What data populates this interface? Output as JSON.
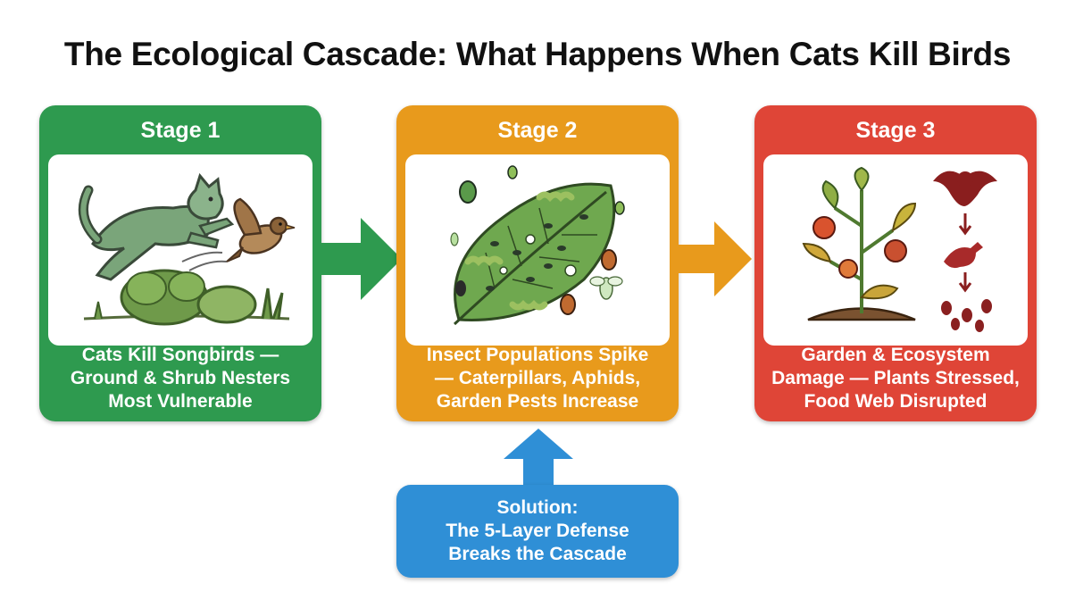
{
  "title": "The Ecological Cascade: What Happens When Cats Kill Birds",
  "colors": {
    "stage1": "#2e9a4f",
    "stage2": "#e89a1c",
    "stage3": "#df4537",
    "solution": "#2f8fd6"
  },
  "stages": [
    {
      "label": "Stage 1",
      "caption": "Cats Kill Songbirds —\nGround & Shrub Nesters\nMost Vulnerable",
      "illustration": "cat-chasing-bird"
    },
    {
      "label": "Stage 2",
      "caption": "Insect Populations Spike\n— Caterpillars, Aphids,\nGarden Pests Increase",
      "illustration": "leaf-with-insects"
    },
    {
      "label": "Stage 3",
      "caption": "Garden & Ecosystem\nDamage — Plants Stressed,\nFood Web Disrupted",
      "illustration": "damaged-plant-food-web"
    }
  ],
  "solution": {
    "line1": "Solution:",
    "line2": "The 5-Layer Defense",
    "line3": "Breaks the Cascade"
  }
}
